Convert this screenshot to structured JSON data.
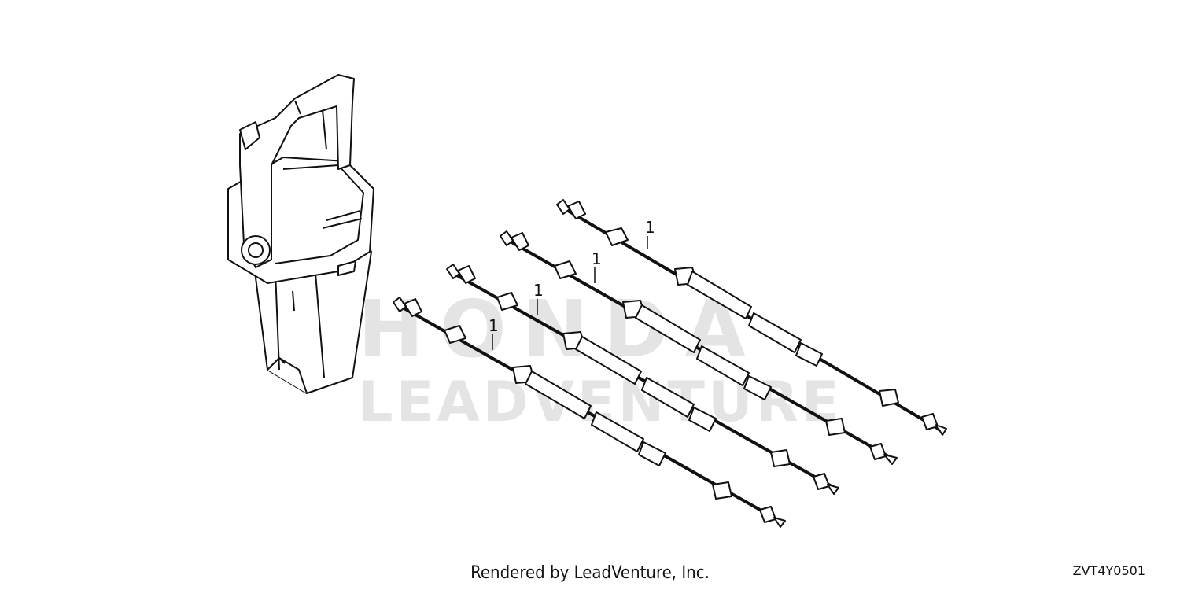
{
  "watermark": {
    "brand": "HONDA",
    "dealer": "LEADVENTURE"
  },
  "callouts": [
    {
      "label": "1"
    },
    {
      "label": "1"
    },
    {
      "label": "1"
    },
    {
      "label": "1"
    }
  ],
  "footer": {
    "credit": "Rendered by LeadVenture, Inc.",
    "diagram_code": "ZVT4Y0501"
  }
}
